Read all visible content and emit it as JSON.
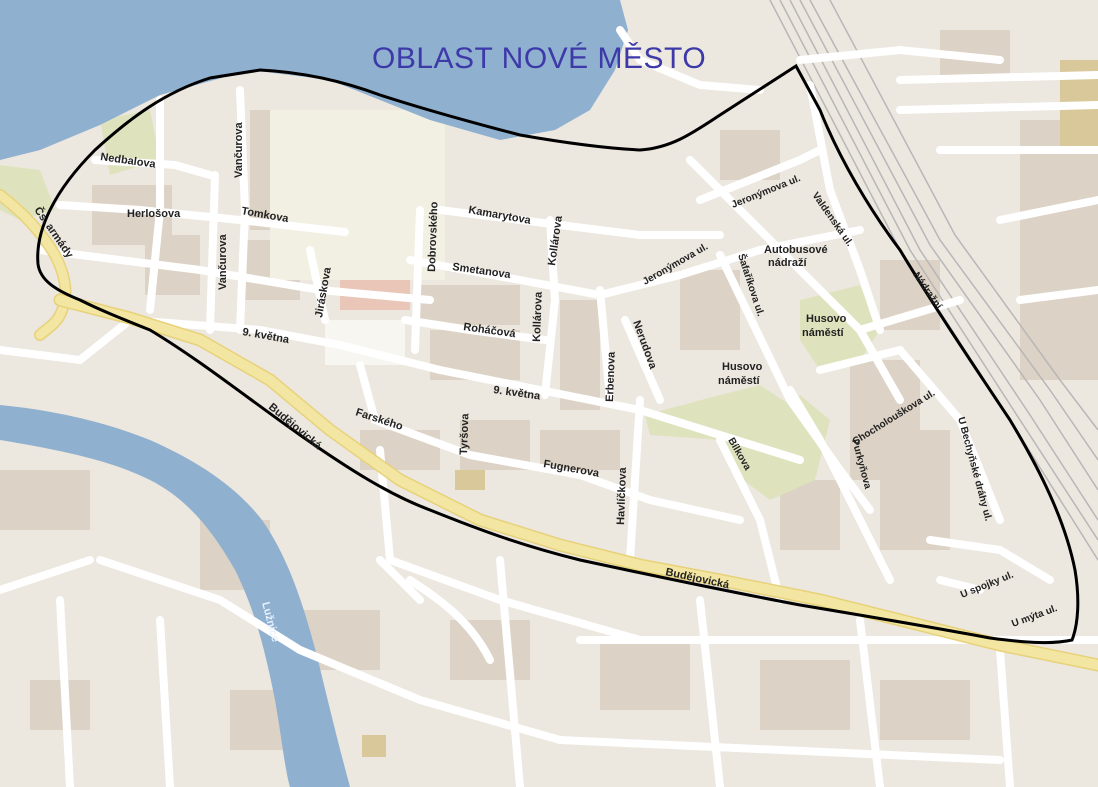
{
  "map": {
    "title": "OBLAST NOVÉ MĚSTO",
    "colors": {
      "land": "#ece7df",
      "water": "#8fb0cf",
      "street": "#ffffff",
      "main_road": "#f3e6a2",
      "park": "#dfe3bd",
      "boundary": "#000000",
      "title": "#3d39a8",
      "building": "#dcd2c5"
    },
    "labels": {
      "nedbalova": "Nedbalova",
      "vancurova_top": "Vančurova",
      "vancurova_bottom": "Vančurova",
      "herlosova": "Herlošova",
      "tomkova": "Tomkova",
      "ceskoslovenske_armady": "Čs. armády",
      "jiraskova": "Jiráskova",
      "dobrovskeho": "Dobrovského",
      "kamarytova": "Kamarytova",
      "smetanova": "Smetanova",
      "kollarova_top": "Kollárova",
      "kollarova_bottom": "Kollárova",
      "rohacova": "Roháčová",
      "kvetna_left": "9. května",
      "kvetna_right": "9. května",
      "farskeho": "Farského",
      "tyrsova": "Tyršova",
      "budejovicka_left": "Budějovická",
      "budejovicka_right": "Budějovická",
      "fugnerova": "Fugnerova",
      "havlickova": "Havlíčkova",
      "erbenova": "Erbenova",
      "nerudova": "Nerudova",
      "jeronymova_upper": "Jeronýmova ul.",
      "jeronymova_lower": "Jeronýmova ul.",
      "valdenska": "Valdenská ul.",
      "autobusove_line1": "Autobusové",
      "autobusove_line2": "nádraží",
      "safarikova": "Šafaříkova ul.",
      "husovo_ne_line1": "Husovo",
      "husovo_ne_line2": "náměstí",
      "husovo_sw_line1": "Husovo",
      "husovo_sw_line2": "náměstí",
      "nadrazni": "Nádražní",
      "chocholouskova": "Chocholouškova ul.",
      "purkynova": "Purkyňova",
      "bilkova": "Bílkova",
      "u_bechynske_drahy": "U Bechyňské dráhy ul.",
      "u_spojky": "U spojky ul.",
      "u_myta": "U mýta ul.",
      "luznice": "Lužnice"
    }
  }
}
